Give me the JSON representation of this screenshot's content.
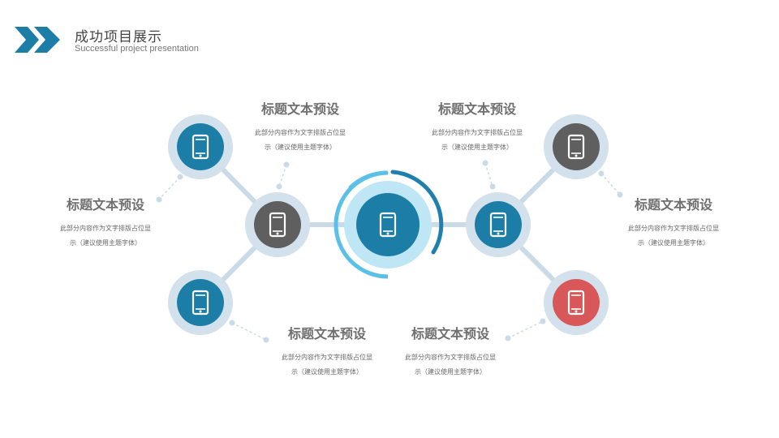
{
  "header": {
    "title": "成功项目展示",
    "subtitle": "Successful project presentation"
  },
  "colors": {
    "blue": "#1c7ea7",
    "gray": "#5f5f5f",
    "red": "#d8585a",
    "ring": "#d3e1ec",
    "connector": "#c9dbe7",
    "center_halo": "#bfe6f5",
    "arc_light": "#5bc0e8",
    "arc_dark": "#1f80ad"
  },
  "nodes": [
    {
      "id": "center",
      "color": "blue",
      "icon": "phone-icon"
    },
    {
      "id": "hub-left",
      "color": "gray",
      "icon": "phone-icon"
    },
    {
      "id": "hub-right",
      "color": "blue",
      "icon": "phone-icon"
    },
    {
      "id": "top-left",
      "color": "blue",
      "icon": "phone-icon"
    },
    {
      "id": "bottom-left",
      "color": "blue",
      "icon": "phone-icon"
    },
    {
      "id": "top-right",
      "color": "gray",
      "icon": "phone-icon"
    },
    {
      "id": "bottom-right",
      "color": "red",
      "icon": "phone-icon"
    }
  ],
  "labels": [
    {
      "id": "top-left-label",
      "title": "标题文本预设",
      "desc_line1": "此部分内容作为文字排版占位显",
      "desc_line2": "示（建议使用主题字体）"
    },
    {
      "id": "top-right-label",
      "title": "标题文本预设",
      "desc_line1": "此部分内容作为文字排版占位显",
      "desc_line2": "示（建议使用主题字体）"
    },
    {
      "id": "left-label",
      "title": "标题文本预设",
      "desc_line1": "此部分内容作为文字排版占位显",
      "desc_line2": "示（建议使用主题字体）"
    },
    {
      "id": "right-label",
      "title": "标题文本预设",
      "desc_line1": "此部分内容作为文字排版占位显",
      "desc_line2": "示（建议使用主题字体）"
    },
    {
      "id": "bottom-left-label",
      "title": "标题文本预设",
      "desc_line1": "此部分内容作为文字排版占位显",
      "desc_line2": "示（建议使用主题字体）"
    },
    {
      "id": "bottom-right-label",
      "title": "标题文本预设",
      "desc_line1": "此部分内容作为文字排版占位显",
      "desc_line2": "示（建议使用主题字体）"
    }
  ]
}
